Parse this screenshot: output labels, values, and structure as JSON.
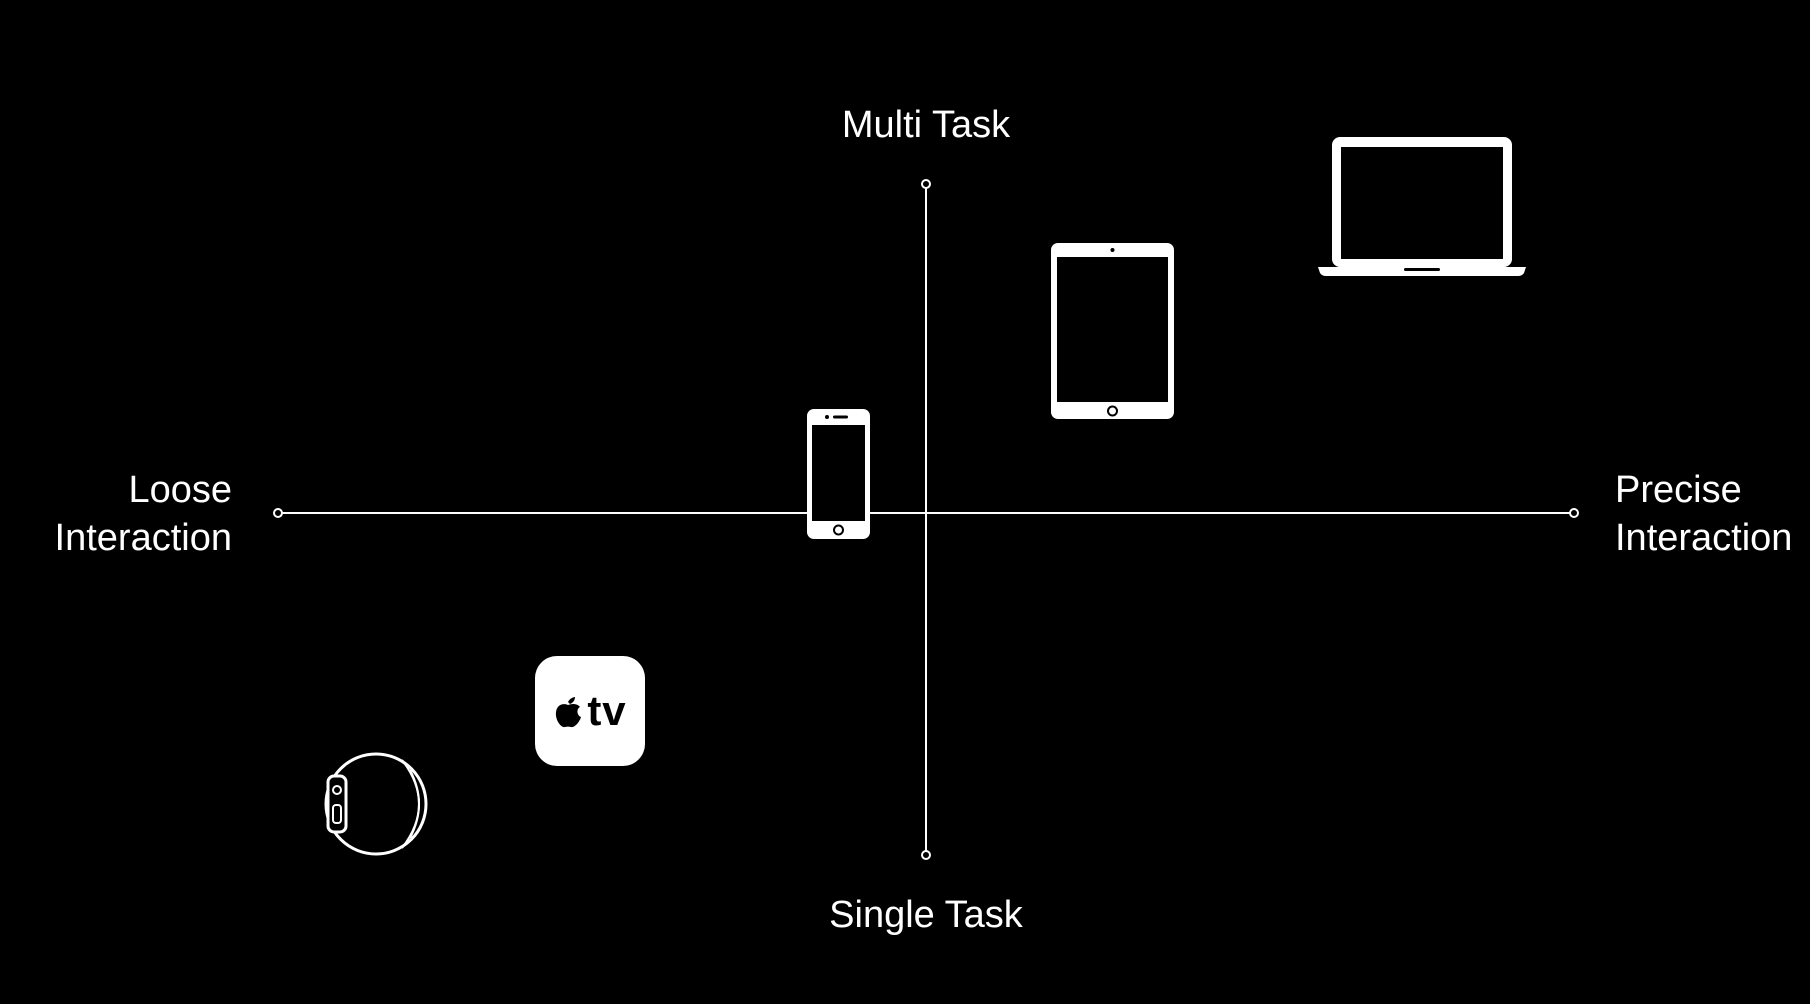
{
  "axes": {
    "top_label": "Multi Task",
    "bottom_label": "Single Task",
    "left_label_line1": "Loose",
    "left_label_line2": "Interaction",
    "right_label_line1": "Precise",
    "right_label_line2": "Interaction"
  },
  "devices": {
    "tv_label": "tv"
  },
  "colors": {
    "background": "#000000",
    "foreground": "#ffffff"
  },
  "icons": [
    "iphone-icon",
    "ipad-icon",
    "macbook-icon",
    "apple-tv-icon",
    "apple-watch-icon",
    "apple-logo-icon"
  ]
}
